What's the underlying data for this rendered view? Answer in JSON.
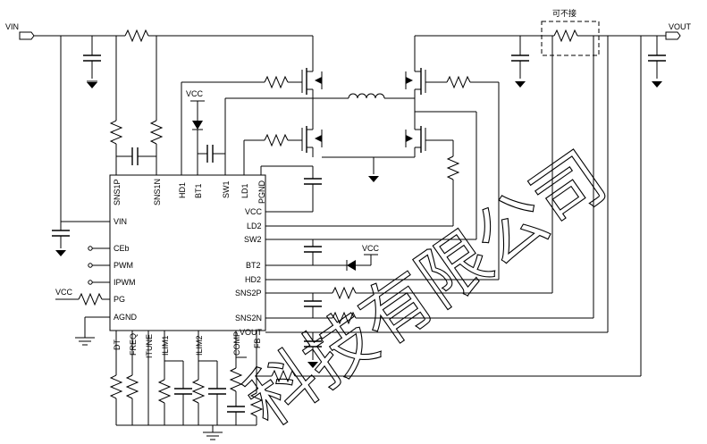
{
  "ports": {
    "vin": "VIN",
    "vout": "VOUT",
    "vcc_top": "VCC",
    "vcc_bt2": "VCC",
    "vcc_pg": "VCC"
  },
  "annotation": "可不接",
  "ic": {
    "top_pins": [
      "SNS1P",
      "SNS1N",
      "HD1",
      "BT1",
      "SW1",
      "LD1",
      "PGND"
    ],
    "left_pins": [
      "VIN",
      "CEb",
      "PWM",
      "IPWM",
      "PG",
      "AGND"
    ],
    "right_pins": [
      "VCC",
      "LD2",
      "SW2",
      "BT2",
      "HD2",
      "SNS2P",
      "SNS2N",
      "VOUT"
    ],
    "bottom_pins": [
      "DT",
      "FREQ",
      "ITUNE",
      "ILIM1",
      "ILIM2",
      "COMP",
      "FB"
    ]
  },
  "watermark": "科技有限公司"
}
